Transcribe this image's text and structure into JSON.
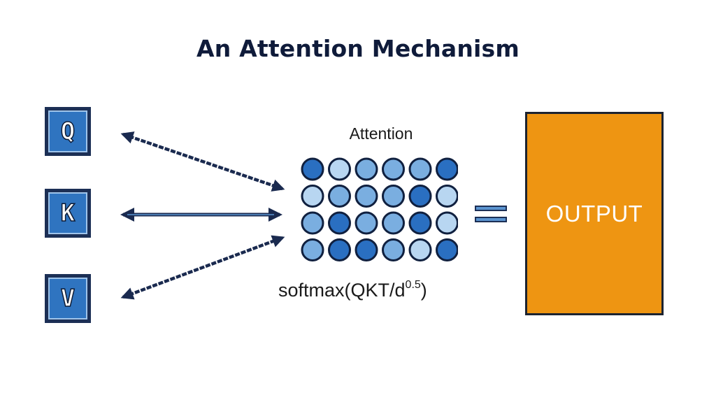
{
  "title": "An Attention Mechanism",
  "inputs": [
    {
      "letter": "Q"
    },
    {
      "letter": "K"
    },
    {
      "letter": "V"
    }
  ],
  "attention": {
    "label": "Attention",
    "formula_main": "softmax(QKT/d",
    "formula_exponent": "0.5",
    "formula_close": ")",
    "grid_rows": 4,
    "grid_cols": 6,
    "cell_shades": [
      [
        "dark",
        "light",
        "mid",
        "mid",
        "mid",
        "dark"
      ],
      [
        "light",
        "mid",
        "mid",
        "mid",
        "dark",
        "light"
      ],
      [
        "mid",
        "dark",
        "mid",
        "mid",
        "dark",
        "light"
      ],
      [
        "mid",
        "dark",
        "dark",
        "mid",
        "light",
        "dark"
      ]
    ]
  },
  "output": {
    "label": "OUTPUT"
  },
  "colors": {
    "title": "#0f1b3a",
    "box_border": "#1c2f55",
    "box_fill": "#2f74c0",
    "cell_dark": "#2a6fc1",
    "cell_mid": "#7aaee0",
    "cell_light": "#b8d6f1",
    "cell_outline": "#10203f",
    "arrow": "#1a2a4f",
    "output_fill": "#ee9512"
  }
}
